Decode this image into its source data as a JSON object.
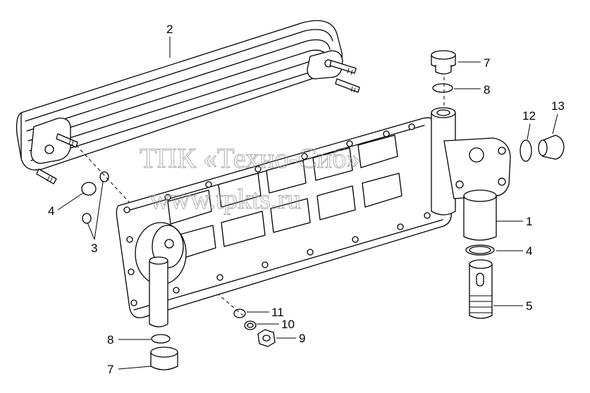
{
  "watermark": {
    "line1": "ТПК «Техно-Сиб»",
    "line2": "www.tpkts.ru"
  },
  "callouts": [
    {
      "id": "c2",
      "label": "2"
    },
    {
      "id": "c7t",
      "label": "7"
    },
    {
      "id": "c8t",
      "label": "8"
    },
    {
      "id": "c12",
      "label": "12"
    },
    {
      "id": "c13",
      "label": "13"
    },
    {
      "id": "c1",
      "label": "1"
    },
    {
      "id": "c4r",
      "label": "4"
    },
    {
      "id": "c5",
      "label": "5"
    },
    {
      "id": "c4l",
      "label": "4"
    },
    {
      "id": "c3",
      "label": "3"
    },
    {
      "id": "c11",
      "label": "11"
    },
    {
      "id": "c10",
      "label": "10"
    },
    {
      "id": "c9",
      "label": "9"
    },
    {
      "id": "c8b",
      "label": "8"
    },
    {
      "id": "c7b",
      "label": "7"
    }
  ]
}
